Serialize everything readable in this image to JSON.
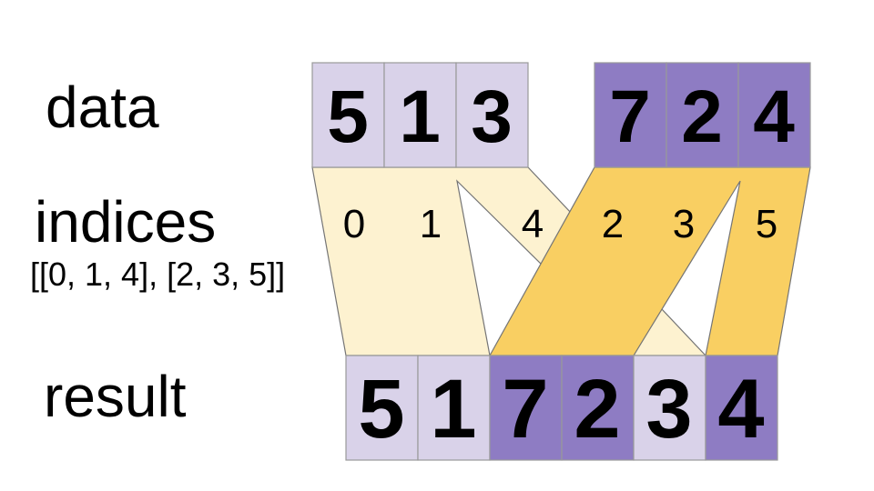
{
  "labels": {
    "data": "data",
    "indices": "indices",
    "indices_value": "[[0, 1, 4], [2, 3, 5]]",
    "result": "result"
  },
  "data_arrays": [
    {
      "cells": [
        "5",
        "1",
        "3"
      ]
    },
    {
      "cells": [
        "7",
        "2",
        "4"
      ]
    }
  ],
  "index_labels": [
    "0",
    "1",
    "4",
    "2",
    "3",
    "5"
  ],
  "result_cells": [
    {
      "value": "5"
    },
    {
      "value": "1"
    },
    {
      "value": "7"
    },
    {
      "value": "2"
    },
    {
      "value": "3"
    },
    {
      "value": "4"
    }
  ],
  "colors": {
    "light_purple": "#d9d2e9",
    "dark_purple": "#8e7cc3",
    "cream": "#fdf2d0",
    "gold": "#f9cf62",
    "cell_border": "#999999",
    "ribbon_border": "#757575",
    "background": "#ffffff",
    "text": "#000000"
  }
}
